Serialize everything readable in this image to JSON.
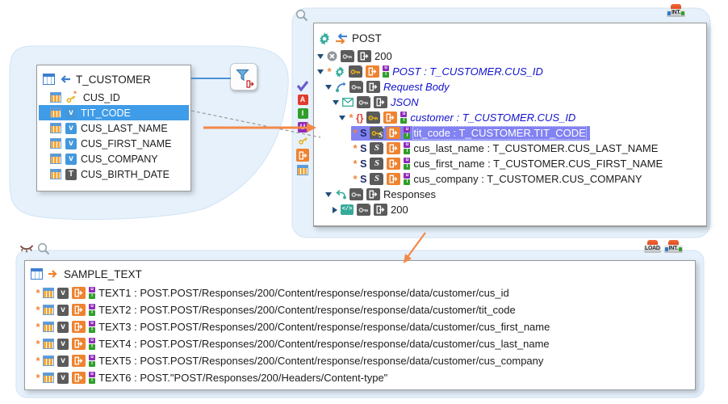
{
  "customer_table": {
    "title": "T_CUSTOMER",
    "columns": [
      {
        "name": "CUS_ID",
        "icon": "key"
      },
      {
        "name": "TIT_CODE",
        "icon": "letter",
        "letter": "v",
        "selected": true
      },
      {
        "name": "CUS_LAST_NAME",
        "icon": "letter",
        "letter": "v",
        "star": true
      },
      {
        "name": "CUS_FIRST_NAME",
        "icon": "letter",
        "letter": "v"
      },
      {
        "name": "CUS_COMPANY",
        "icon": "letter",
        "letter": "v"
      },
      {
        "name": "CUS_BIRTH_DATE",
        "icon": "letter",
        "letter": "T",
        "dark": true
      }
    ]
  },
  "rest_tree": {
    "root_label": "POST",
    "corner_badge": "INT.",
    "rows": [
      {
        "label": "200",
        "ind": 4,
        "caret": "down",
        "lead": "circlex",
        "key": "gray",
        "exit": "gray",
        "style": "plain"
      },
      {
        "label": "POST : T_CUSTOMER.CUS_ID",
        "ind": 4,
        "caret": "down",
        "star": true,
        "lead": "gear",
        "key": "gold",
        "exit": "orange",
        "badge": true,
        "style": "mapped"
      },
      {
        "label": "Request Body",
        "ind": 14,
        "caret": "down",
        "lead": "request",
        "key": "gray",
        "exit": "gray",
        "style": "mapped"
      },
      {
        "label": "JSON",
        "ind": 23,
        "caret": "down",
        "lead": "envelope",
        "key": "gray",
        "exit": "gray",
        "style": "mapped"
      },
      {
        "label": "customer : T_CUSTOMER.CUS_ID",
        "ind": 31,
        "caret": "down",
        "star": true,
        "lead": "braces",
        "key": "gold",
        "exit": "orange",
        "badge": true,
        "style": "mapped"
      },
      {
        "label": "tit_code : T_CUSTOMER.TIT_CODE",
        "ind": 46,
        "star": true,
        "lead": "S",
        "key": "goldS",
        "exit": "orange",
        "badge": true,
        "style": "selected"
      },
      {
        "label": "cus_last_name : T_CUSTOMER.CUS_LAST_NAME",
        "ind": 46,
        "star": true,
        "lead": "S",
        "key": "S",
        "exit": "orange",
        "badge": true,
        "style": "plain"
      },
      {
        "label": "cus_first_name : T_CUSTOMER.CUS_FIRST_NAME",
        "ind": 46,
        "star": true,
        "lead": "S",
        "key": "S",
        "exit": "orange",
        "badge": true,
        "style": "plain"
      },
      {
        "label": "cus_company : T_CUSTOMER.CUS_COMPANY",
        "ind": 46,
        "star": true,
        "lead": "S",
        "key": "S",
        "exit": "orange",
        "badge": true,
        "style": "plain"
      },
      {
        "label": "Responses",
        "ind": 14,
        "caret": "down",
        "lead": "responses",
        "key": "gray",
        "exit": "gray",
        "style": "plain"
      },
      {
        "label": "200",
        "ind": 23,
        "caret": "right",
        "lead": "code",
        "key": "gray",
        "exit": "gray",
        "style": "plain"
      }
    ],
    "side_icons": [
      {
        "name": "check-icon"
      },
      {
        "name": "attribute-a-icon",
        "letter": "A",
        "color": "#e23b2e"
      },
      {
        "name": "integer-i-icon",
        "letter": "I",
        "color": "#2f9e2b"
      },
      {
        "name": "union-u-icon",
        "letter": "U",
        "color": "#8e2bb8"
      },
      {
        "name": "key-icon"
      },
      {
        "name": "export-icon"
      },
      {
        "name": "table-icon"
      }
    ]
  },
  "sample_table": {
    "title": "SAMPLE_TEXT",
    "row_icon_letter": "v",
    "corner_badges": [
      "LOAD",
      "INT."
    ],
    "rows": [
      {
        "label": "TEXT1 : POST.POST/Responses/200/Content/response/response/data/customer/cus_id"
      },
      {
        "label": "TEXT2 : POST.POST/Responses/200/Content/response/response/data/customer/tit_code"
      },
      {
        "label": "TEXT3 : POST.POST/Responses/200/Content/response/response/data/customer/cus_first_name"
      },
      {
        "label": "TEXT4 : POST.POST/Responses/200/Content/response/response/data/customer/cus_last_name"
      },
      {
        "label": "TEXT5 : POST.POST/Responses/200/Content/response/response/data/customer/cus_company"
      },
      {
        "label": "TEXT6 : POST.\"POST/Responses/200/Headers/Content-type\""
      }
    ]
  },
  "badge_letters": {
    "top": "u",
    "bottom": "I"
  },
  "colors": {
    "bubble_fill": "#e7f1fb",
    "bubble_border": "#d0e3f5",
    "table_selected_row": "#3f9ce8",
    "tree_selected_row": "#8282f2",
    "mapped_text_blue": "#1212cd",
    "accent_orange": "#ee8330",
    "accent_teal": "#35ab9b",
    "accent_blue": "#3d7fd0"
  }
}
